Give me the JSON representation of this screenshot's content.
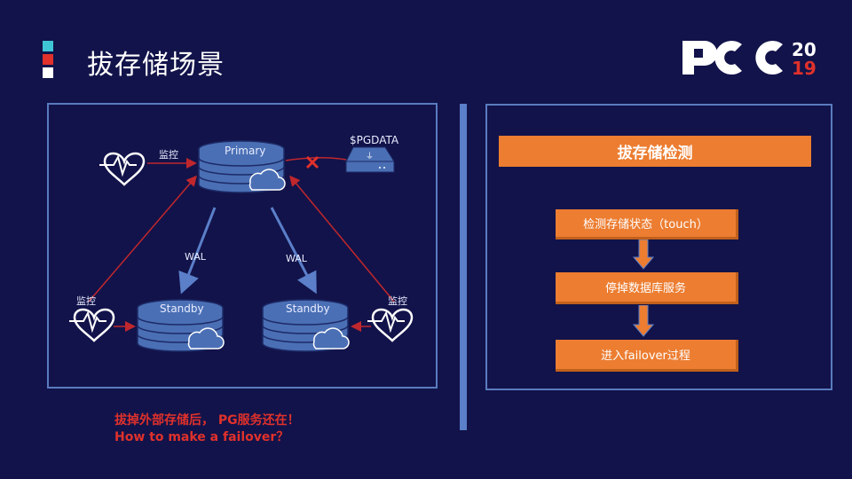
{
  "slide": {
    "title": "拔存储场景"
  },
  "logo": {
    "text": "PCC",
    "year_top": "20",
    "year_bottom": "19"
  },
  "diagram": {
    "pgdata_label": "$PGDATA",
    "primary_label": "Primary",
    "standby_left_label": "Standby",
    "standby_right_label": "Standby",
    "wal_left_label": "WAL",
    "wal_right_label": "WAL",
    "monitor_top": "监控",
    "monitor_left": "监控",
    "monitor_right": "监控"
  },
  "detection": {
    "header": "拔存储检测",
    "steps": [
      {
        "label": "检测存储状态（touch）"
      },
      {
        "label": "停掉数据库服务"
      },
      {
        "label": "进入failover过程"
      }
    ]
  },
  "caption": {
    "line1": "拔掉外部存储后， PG服务还在！",
    "line2": "How to make a failover？"
  },
  "colors": {
    "background": "#12134a",
    "accent_orange": "#ec7d31",
    "link_red": "#c0272d",
    "db_blue": "#4a6fb5",
    "panel_border": "#5a7bbf"
  }
}
